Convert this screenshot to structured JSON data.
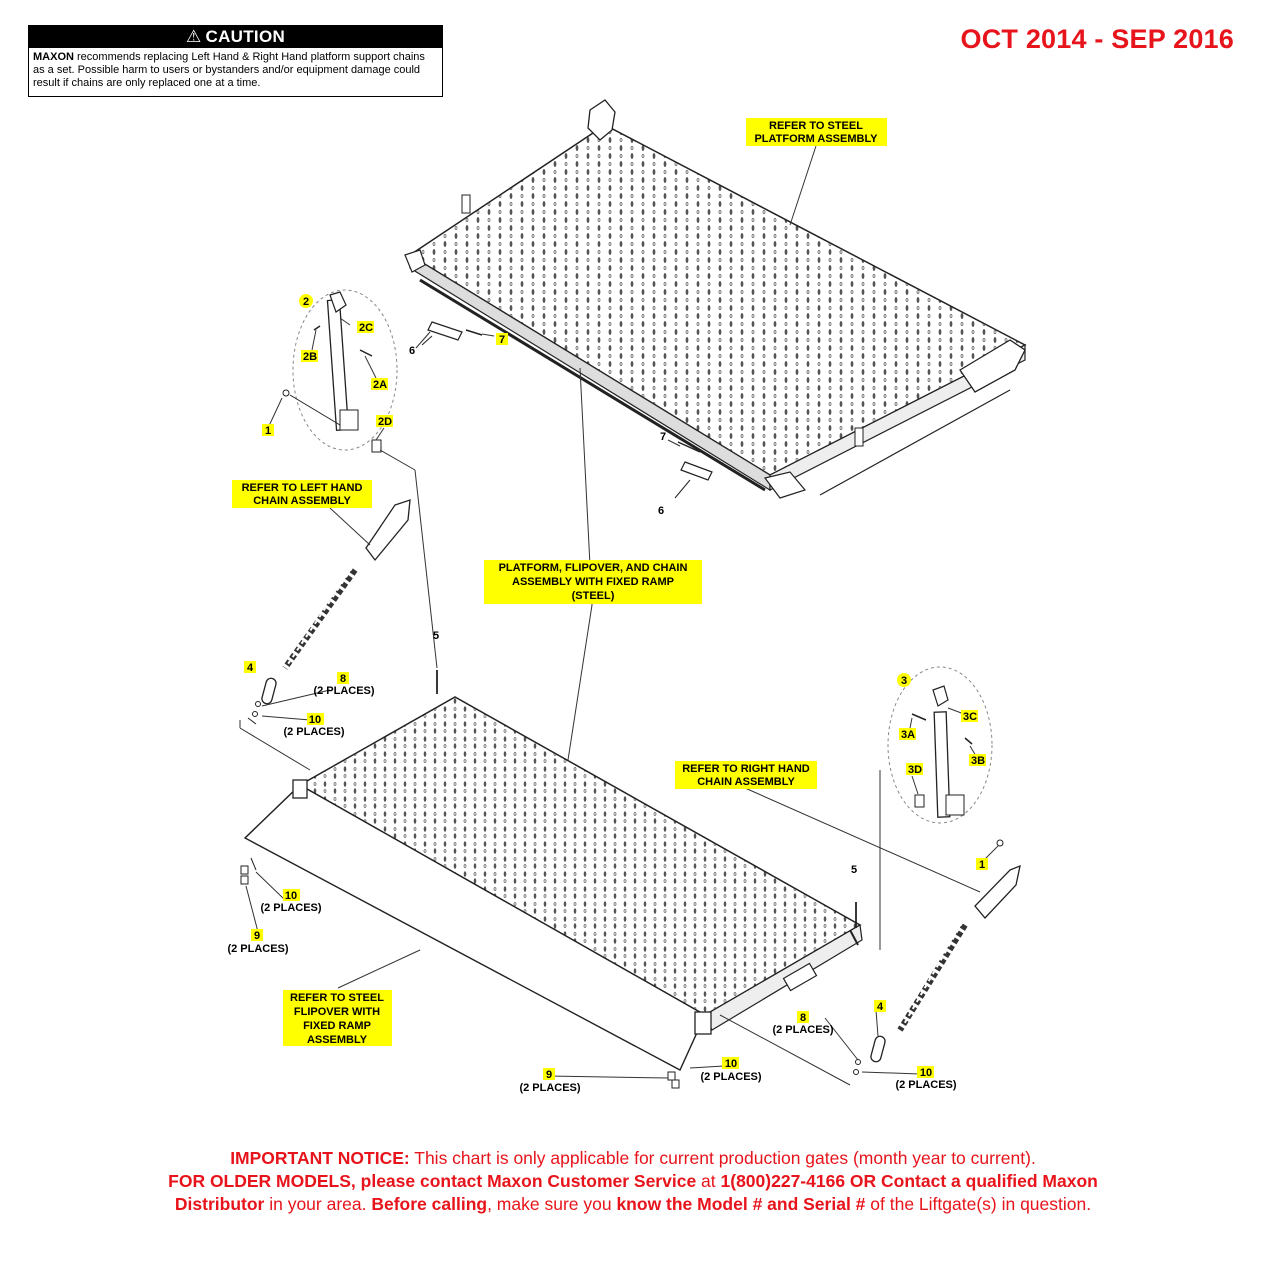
{
  "caution": {
    "heading": "CAUTION",
    "brand": "MAXON",
    "text": " recommends replacing Left Hand & Right Hand platform support chains as a set. Possible harm to users or bystanders and/or equipment damage could result if chains are only replaced one at a time."
  },
  "date_range": "OCT 2014 - SEP 2016",
  "callouts": {
    "steel_platform": [
      "REFER TO STEEL",
      "PLATFORM ASSEMBLY"
    ],
    "main_assembly": [
      "PLATFORM, FLIPOVER, AND CHAIN",
      "ASSEMBLY WITH FIXED RAMP",
      "(STEEL)"
    ],
    "lh_chain": [
      "REFER TO LEFT HAND",
      "CHAIN ASSEMBLY"
    ],
    "rh_chain": [
      "REFER TO RIGHT HAND",
      "CHAIN ASSEMBLY"
    ],
    "flipover": [
      "REFER TO STEEL",
      "FLIPOVER WITH",
      "FIXED RAMP",
      "ASSEMBLY"
    ]
  },
  "part_labels": {
    "p1": "1",
    "p2": "2",
    "p2a": "2A",
    "p2b": "2B",
    "p2c": "2C",
    "p2d": "2D",
    "p3": "3",
    "p3a": "3A",
    "p3b": "3B",
    "p3c": "3C",
    "p3d": "3D",
    "p4": "4",
    "p5": "5",
    "p6": "6",
    "p7": "7",
    "p8": "8",
    "p9": "9",
    "p10": "10"
  },
  "two_places": "(2 PLACES)",
  "notice": {
    "l1_bold": "IMPORTANT NOTICE:",
    "l1_text": " This chart is only applicable for current production gates (month year to current).",
    "l2_bold1": "FOR OLDER MODELS, please contact Maxon Customer Service",
    "l2_text1": " at ",
    "l2_bold2": "1(800)227-4166 OR Contact a qualified Maxon",
    "l3_bold1": "Distributor",
    "l3_text1": " in your area. ",
    "l3_bold2": "Before calling",
    "l3_text2": ", make sure you ",
    "l3_bold3": "know the Model # and Serial #",
    "l3_text3": " of the Liftgate(s) in question."
  },
  "colors": {
    "highlight": "#ffff00",
    "red": "#e8141b",
    "line": "#222222"
  }
}
